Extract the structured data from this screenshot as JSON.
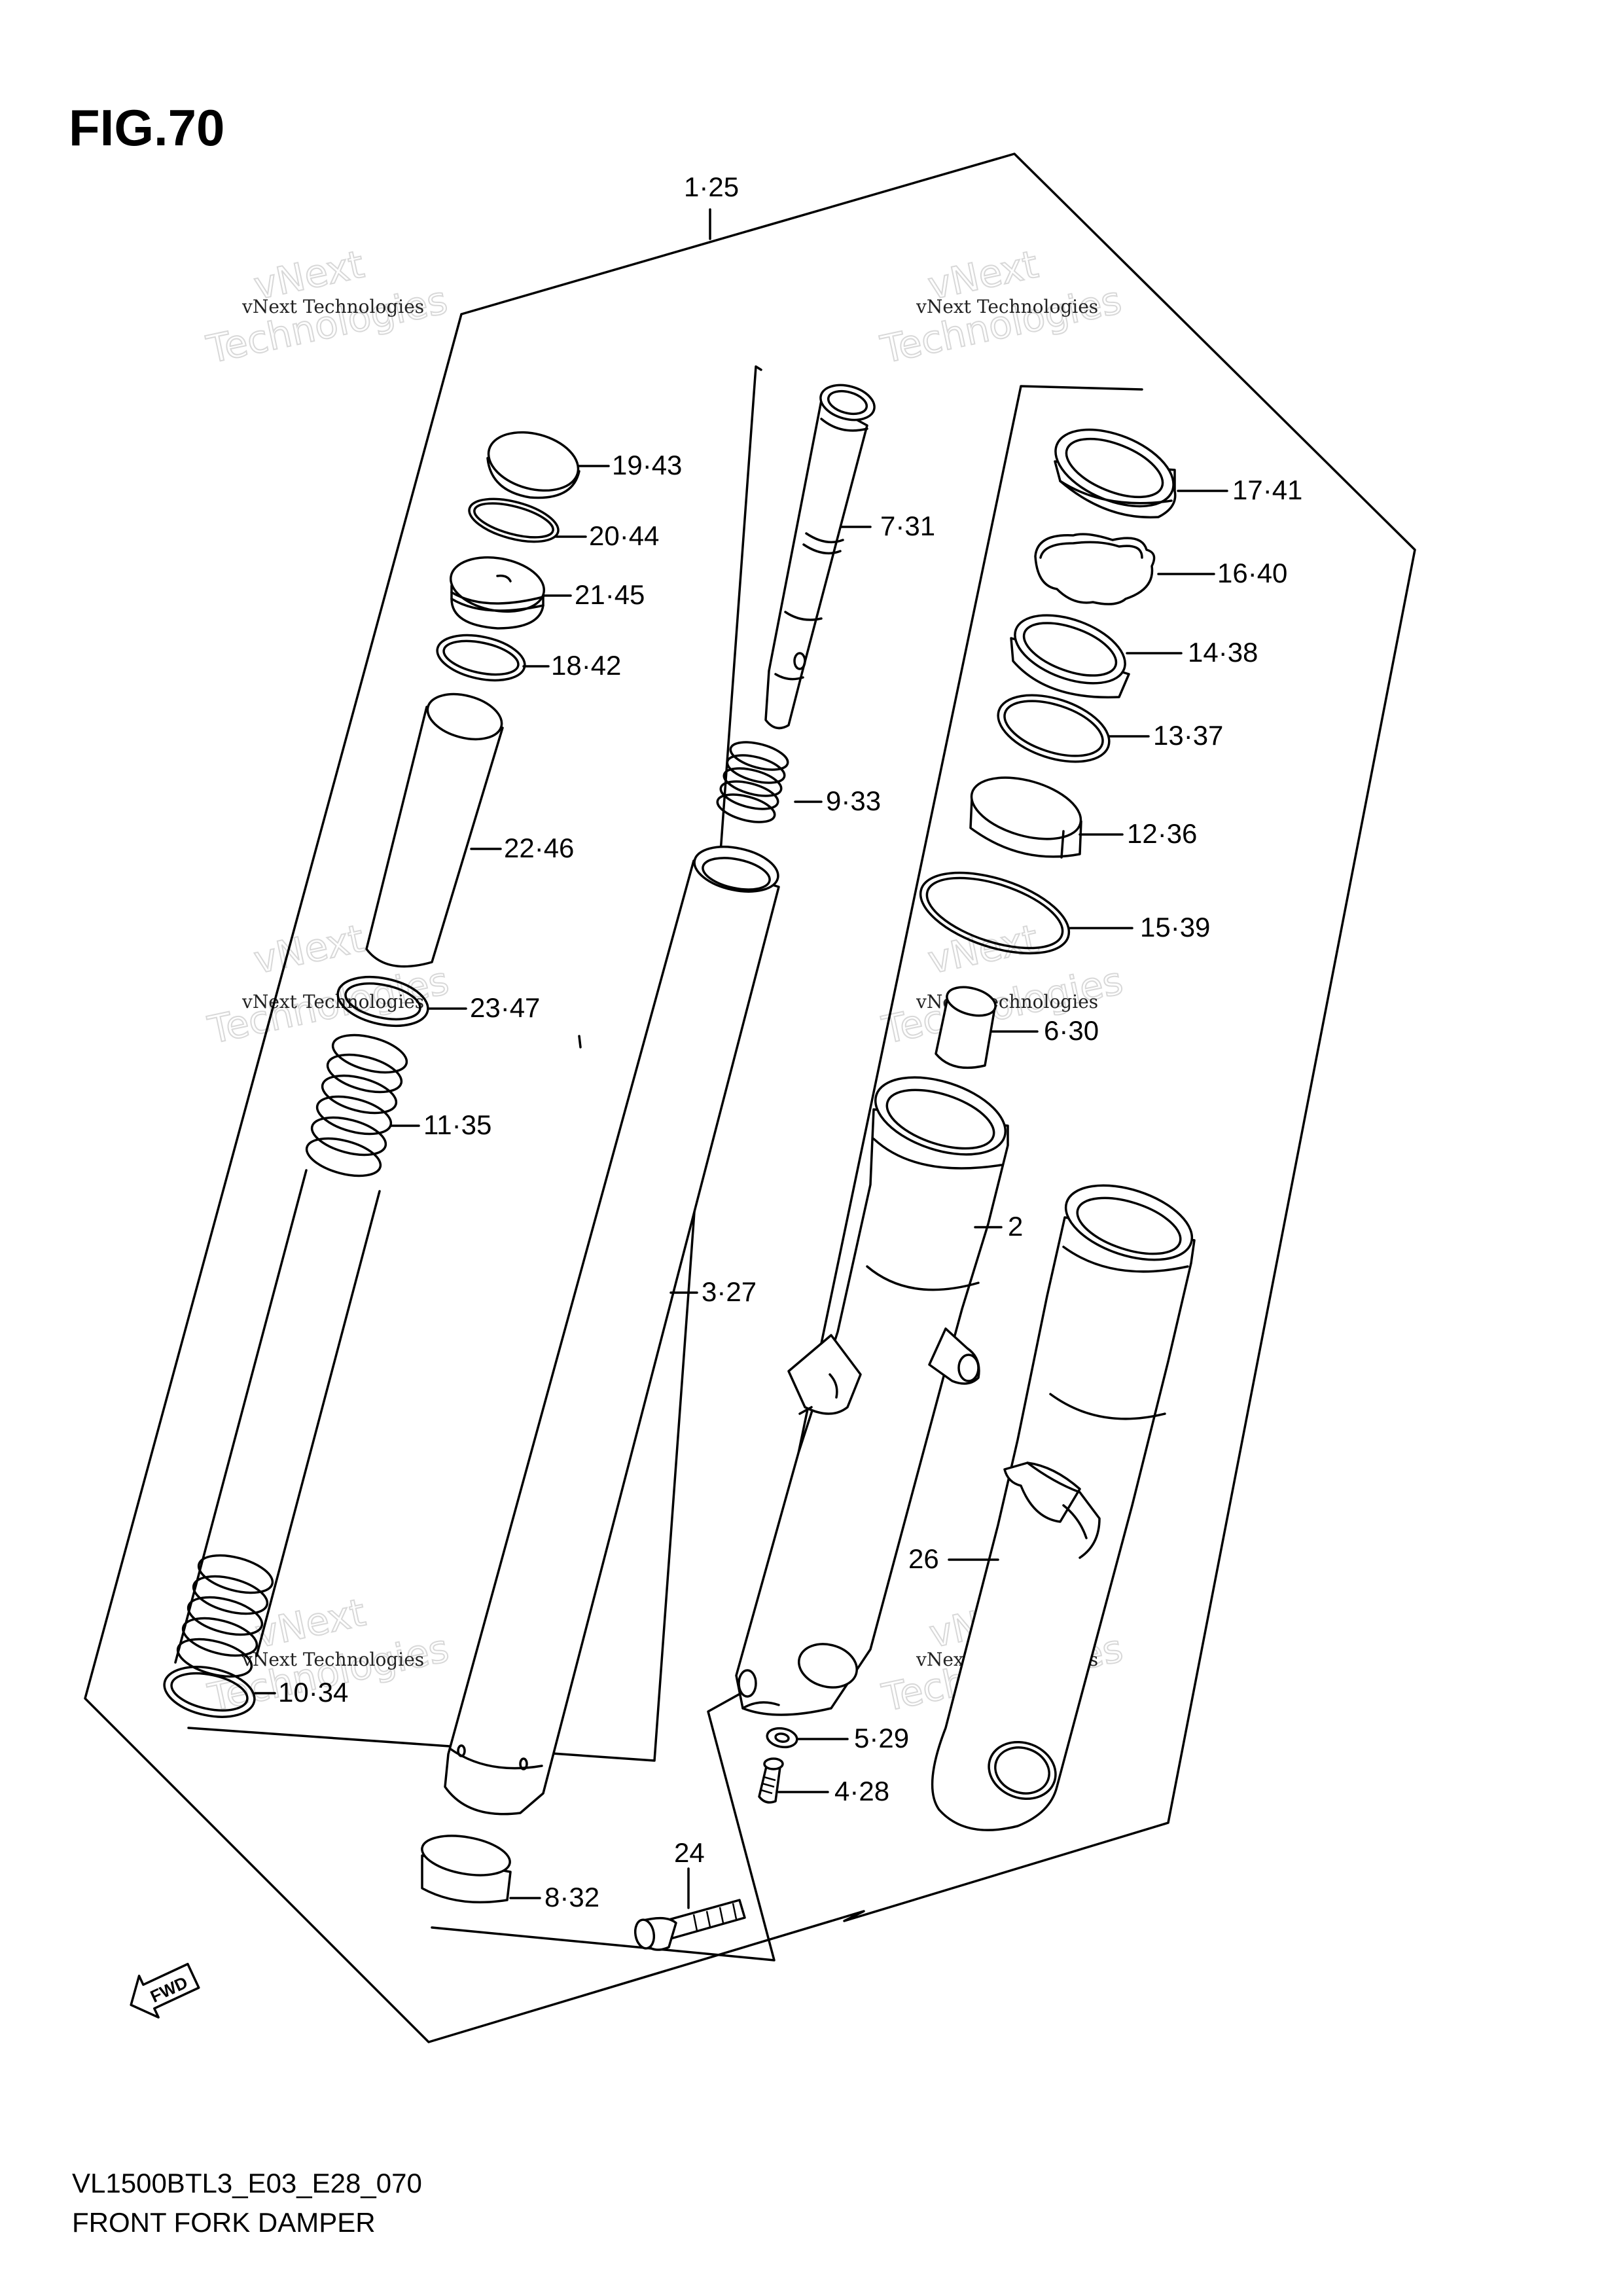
{
  "figure": {
    "title": "FIG.70"
  },
  "footer": {
    "code": "VL1500BTL3_E03_E28_070",
    "name": "FRONT FORK DAMPER"
  },
  "fwd_label": "FWD",
  "watermark": {
    "line1": "vNext Technologies",
    "line2": "vNext",
    "line3": "Technologies"
  },
  "callouts": {
    "c1_25": "1·25",
    "c19_43": "19·43",
    "c20_44": "20·44",
    "c21_45": "21·45",
    "c18_42": "18·42",
    "c22_46": "22·46",
    "c23_47": "23·47",
    "c11_35": "11·35",
    "c10_34": "10·34",
    "c7_31": "7·31",
    "c9_33": "9·33",
    "c3_27": "3·27",
    "c8_32": "8·32",
    "c17_41": "17·41",
    "c16_40": "16·40",
    "c14_38": "14·38",
    "c13_37": "13·37",
    "c12_36": "12·36",
    "c15_39": "15·39",
    "c6_30": "6·30",
    "c2": "2",
    "c26": "26",
    "c5_29": "5·29",
    "c4_28": "4·28",
    "c24": "24"
  }
}
